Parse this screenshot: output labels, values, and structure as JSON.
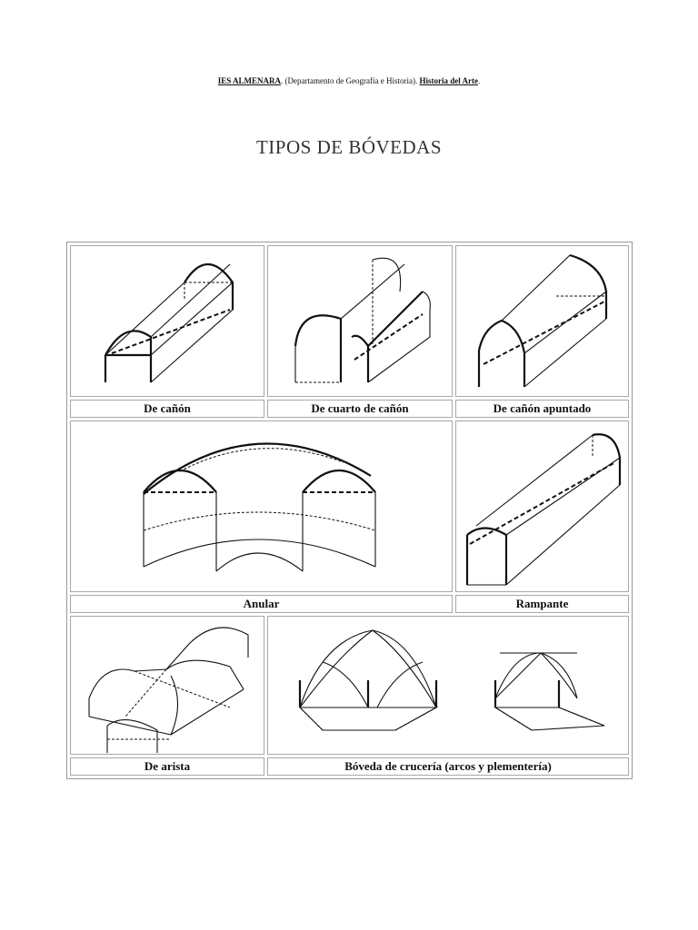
{
  "header": {
    "school": "IES ALMENARA",
    "department": ". (Departamento de Geografía e Historia). ",
    "subject": "Historia del Arte",
    "tail": "."
  },
  "title": "TIPOS DE BÓVEDAS",
  "vaults": {
    "canon": "De cañón",
    "cuarto_canon": "De cuarto de cañón",
    "canon_apuntado": "De cañón apuntado",
    "anular": "Anular",
    "rampante": "Rampante",
    "arista": "De arista",
    "cruceria": "Bóveda  de crucería (arcos y plementería)"
  }
}
